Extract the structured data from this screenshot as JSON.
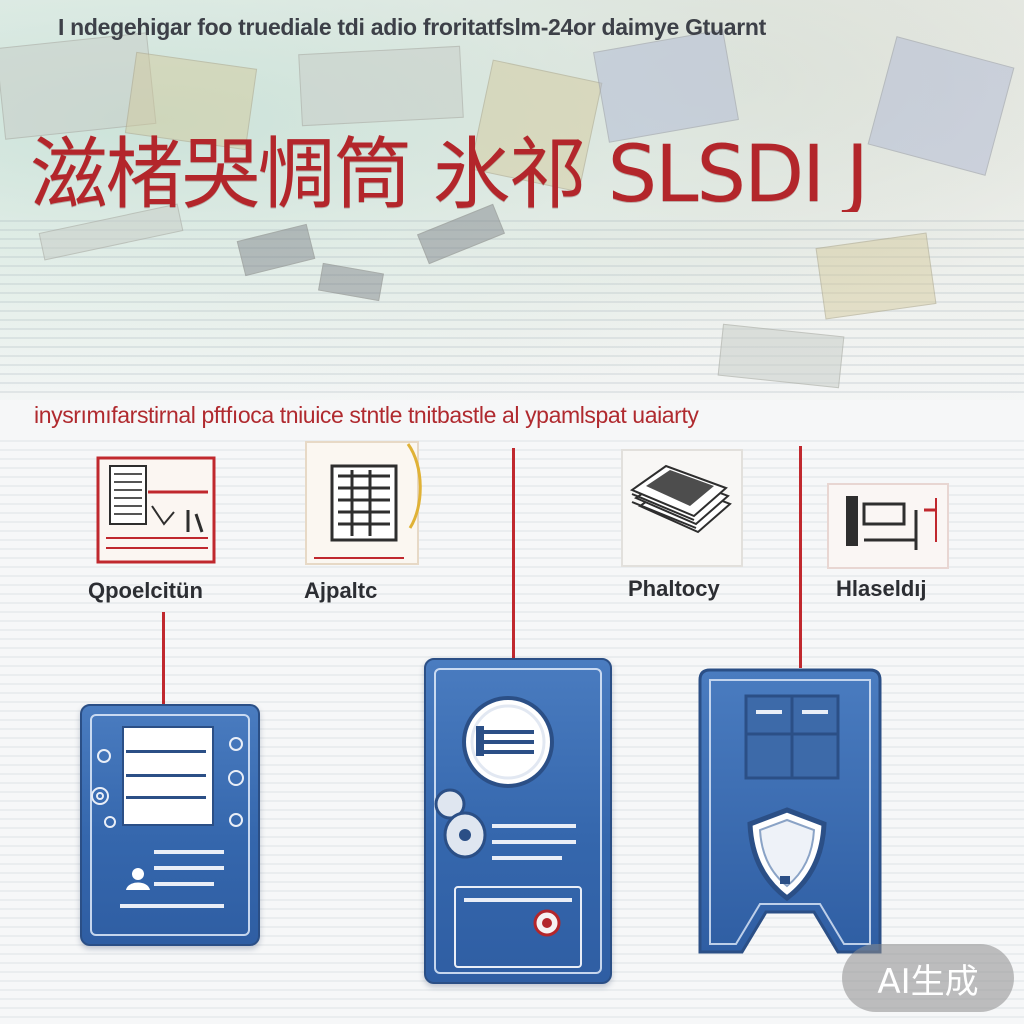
{
  "header": {
    "caption": "I ndegehigar foo truediale tdi adio froritatfslm-24or daimye Gtuarnt",
    "title": "滋楮哭惆筒 氷祁 SLSDI J"
  },
  "subtitle": "inysrımıfarstirnal pftfıoca tniuice stntle tnitbastle al ypamlspat uaiarty",
  "icons": [
    {
      "label": "Qpoelcitün",
      "icon": "document-chart-icon"
    },
    {
      "label": "Ajpaltc",
      "icon": "calendar-list-icon"
    },
    {
      "label": "Phaltocy",
      "icon": "paper-stack-icon"
    },
    {
      "label": "Hlaseldıj",
      "icon": "form-diagram-icon"
    }
  ],
  "cards": [
    {
      "icon": "document-card-icon"
    },
    {
      "icon": "badge-card-icon"
    },
    {
      "icon": "shield-icon"
    }
  ],
  "badge": {
    "label": "AI生成"
  },
  "colors": {
    "accent": "#c0282e",
    "card_blue": "#3567ad",
    "card_border": "#2b4f86"
  }
}
